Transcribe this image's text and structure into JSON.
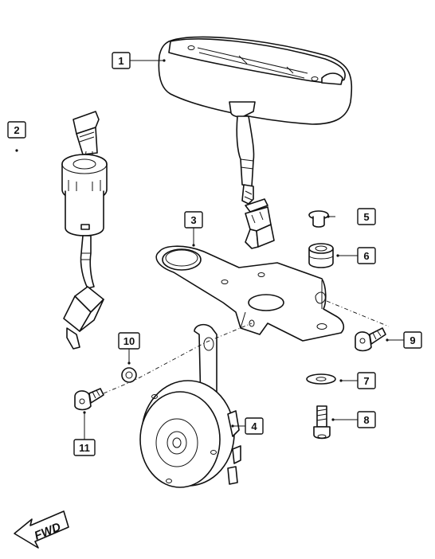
{
  "callouts": [
    "1",
    "2",
    "3",
    "4",
    "5",
    "6",
    "7",
    "8",
    "9",
    "10",
    "11"
  ],
  "direction_label": "FWD"
}
